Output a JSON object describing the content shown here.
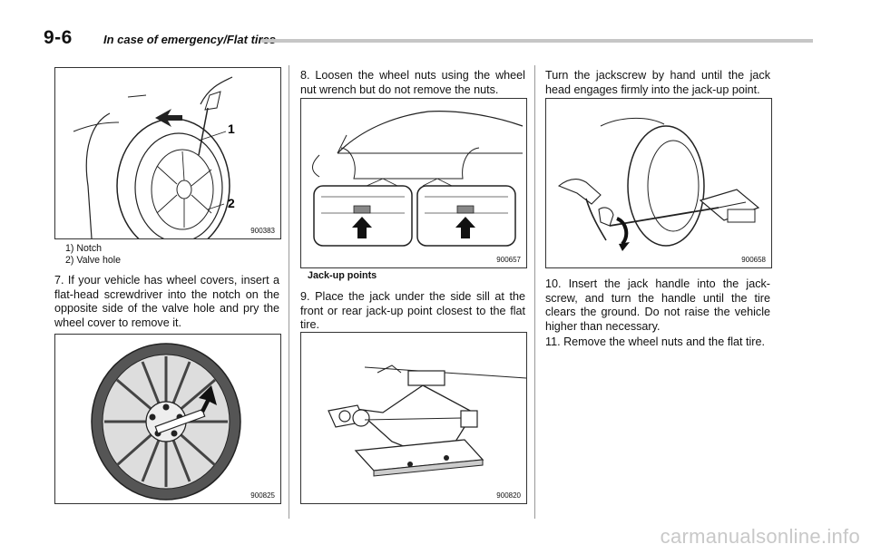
{
  "header": {
    "page_number": "9-6",
    "section_title": "In case of emergency/Flat tires"
  },
  "left": {
    "figure1": {
      "code": "900383",
      "callout1": "1",
      "callout2": "2"
    },
    "legend": [
      "1)   Notch",
      "2)   Valve hole"
    ],
    "step7": "7.  If your vehicle has wheel covers, insert a flat-head screwdriver into the notch on the opposite side of the valve hole and pry the wheel cover to remove it.",
    "figure2": {
      "code": "900825"
    }
  },
  "middle": {
    "step8": "8.  Loosen the wheel nuts using the wheel nut wrench but do not remove the nuts.",
    "figure3": {
      "code": "900657",
      "caption": "Jack-up points"
    },
    "step9": "9.  Place the jack under the side sill at the front or rear jack-up point closest to the flat tire.",
    "figure4": {
      "code": "900820"
    }
  },
  "right": {
    "para": "Turn the jackscrew by hand until the jack head engages firmly into the jack-up point.",
    "figure5": {
      "code": "900658"
    },
    "step10": "10. Insert the jack handle into the jack-screw, and turn the handle until the tire clears the ground. Do not raise the vehicle higher than necessary.",
    "step11": "11. Remove the wheel nuts and the flat tire."
  },
  "watermark": "carmanualsonline.info"
}
